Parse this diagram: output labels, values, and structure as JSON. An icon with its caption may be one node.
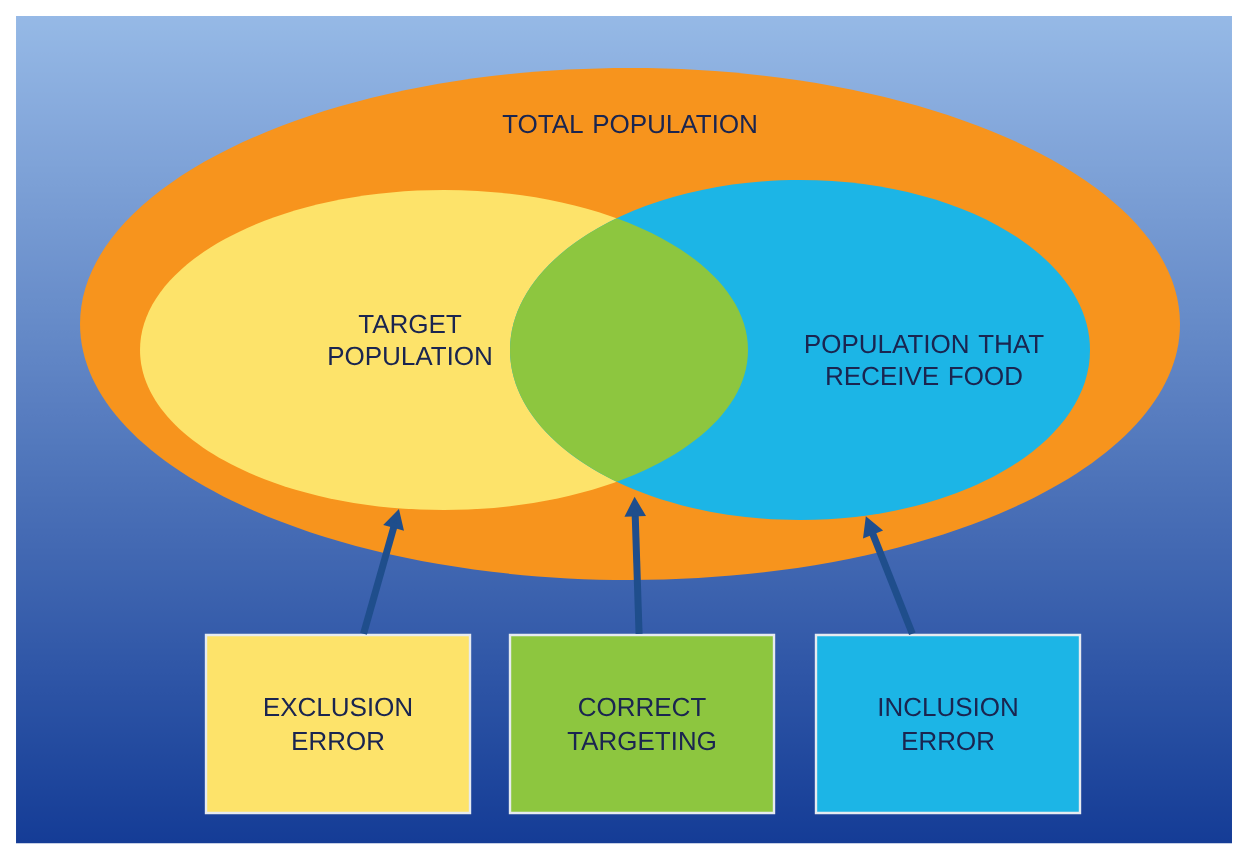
{
  "diagram": {
    "nodes": [
      {
        "text": [
          "TOTAL POPULATION"
        ]
      },
      {
        "text": [
          "TARGET POPULATION"
        ],
        "in": 0
      },
      {
        "text": [
          "POPULATION THAT RECEIVE FOOD"
        ],
        "in": 0
      },
      {
        "text": [],
        "shape": "lens"
      },
      {
        "text": [
          "EXCLUSION ERROR"
        ]
      },
      {
        "text": [
          "CORRECT TARGETING"
        ]
      },
      {
        "text": [
          "INCLUSION ERROR"
        ]
      }
    ],
    "edges": [
      {
        "from": 4,
        "to": 1,
        "arrow": "to"
      },
      {
        "from": 5,
        "to": 3,
        "arrow": "to"
      },
      {
        "from": 6,
        "to": 2,
        "arrow": "to"
      }
    ]
  }
}
